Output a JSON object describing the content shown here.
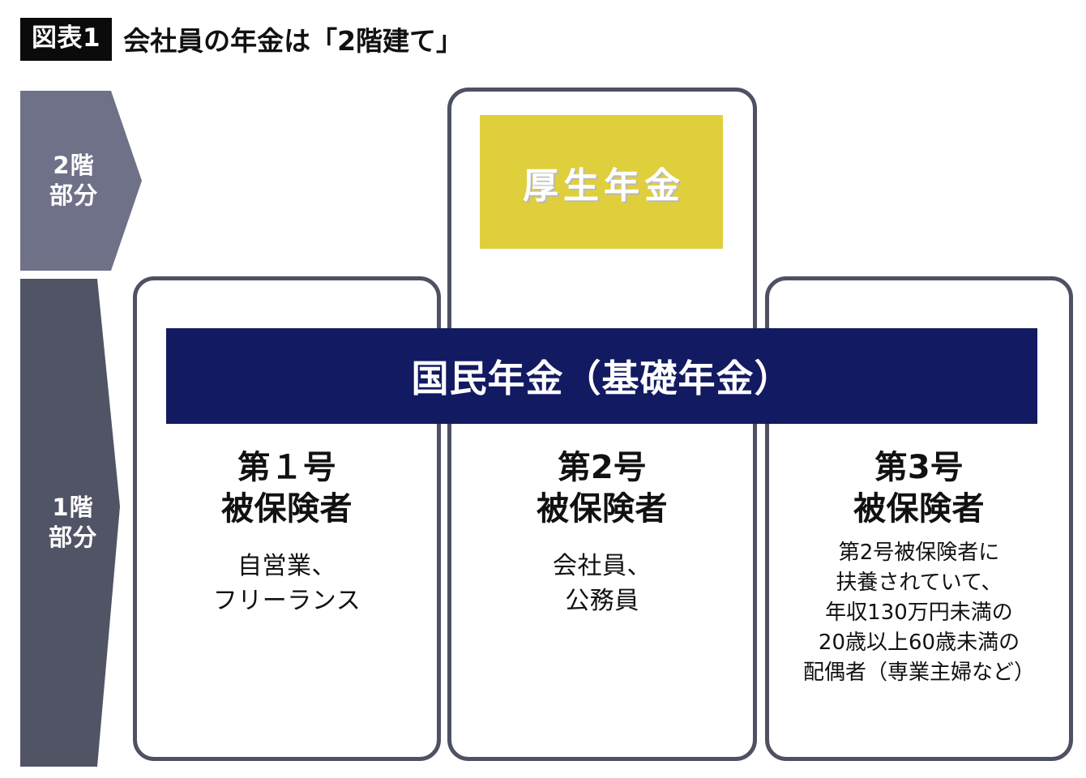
{
  "header": {
    "badge": "図表1",
    "title": "会社員の年金は「2階建て」"
  },
  "tiers": [
    {
      "name": "upper",
      "label": "2階\n部分",
      "color": "#6f7189"
    },
    {
      "name": "lower",
      "label": "1階\n部分",
      "color": "#515465"
    }
  ],
  "pension_layers": {
    "second_tier": {
      "label": "厚生年金",
      "color": "#e0cf3c",
      "text_color": "#ffffff"
    },
    "first_tier": {
      "label": "国民年金（基礎年金）",
      "color": "#121a62",
      "text_color": "#ffffff"
    }
  },
  "columns": [
    {
      "id": "category-1",
      "heading": "第１号\n被保険者",
      "description": "自営業、\nフリーランス"
    },
    {
      "id": "category-2",
      "heading": "第2号\n被保険者",
      "description": "会社員、\n公務員"
    },
    {
      "id": "category-3",
      "heading": "第3号\n被保険者",
      "description": "第2号被保険者に\n扶養されていて、\n年収130万円未満の\n20歳以上60歳未満の\n配偶者（専業主婦など）"
    }
  ],
  "style": {
    "card_border_color": "#4e5163",
    "background": "#ffffff",
    "badge_background": "#0b0b0b"
  }
}
